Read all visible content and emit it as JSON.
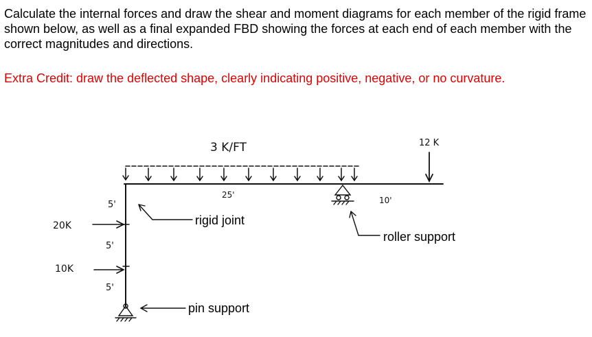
{
  "problem": {
    "text": "Calculate the internal forces and draw the shear and moment diagrams for each member of the rigid frame shown below, as well as a final expanded FBD showing the forces at each end of each member with the correct magnitudes and directions.",
    "extra_credit": "Extra Credit: draw the deflected shape, clearly indicating positive, negative, or no curvature.",
    "extra_credit_color": "#e00000"
  },
  "figure": {
    "distributed_load": "3 K/FT",
    "point_load_top": "12 K",
    "span_main": "25'",
    "span_overhang": "10'",
    "seg_top": "5'",
    "seg_mid": "5'",
    "seg_bottom": "5'",
    "force_upper": "20K",
    "force_lower": "10K",
    "label_rigid_joint": "rigid joint",
    "label_roller": "roller support",
    "label_pin": "pin support"
  }
}
